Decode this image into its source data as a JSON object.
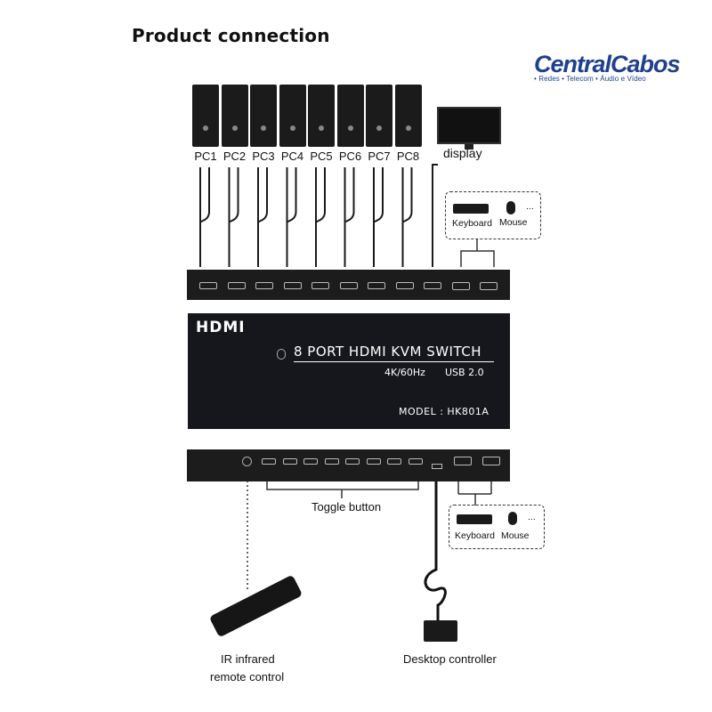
{
  "title": "Product connection",
  "brand": {
    "name": "CentralCabos",
    "tagline": "• Redes • Telecom • Áudio e Vídeo",
    "color": "#1f3f8f"
  },
  "pcs": [
    "PC1",
    "PC2",
    "PC3",
    "PC4",
    "PC5",
    "PC6",
    "PC7",
    "PC8"
  ],
  "display_label": "display",
  "peripherals_top": {
    "keyboard": "Keyboard",
    "mouse": "Mouse",
    "more": "..."
  },
  "switch": {
    "logo": "HDMI",
    "title": "8 PORT HDMI KVM SWITCH",
    "resolution": "4K/60Hz",
    "usb": "USB 2.0",
    "model": "MODEL : HK801A"
  },
  "toggle_label": "Toggle button",
  "peripherals_bottom": {
    "keyboard": "Keyboard",
    "mouse": "Mouse",
    "more": "..."
  },
  "ir_remote_label_1": "IR infrared",
  "ir_remote_label_2": "remote control",
  "desktop_controller_label": "Desktop controller",
  "colors": {
    "device": "#15171d",
    "accent": "#1f3f8f"
  }
}
